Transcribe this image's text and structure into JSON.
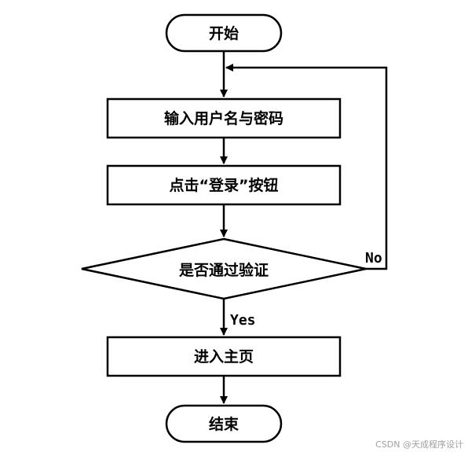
{
  "flowchart": {
    "start": "开始",
    "input_credentials": "输入用户名与密码",
    "click_login": "点击“登录”按钮",
    "verify_question": "是否通过验证",
    "enter_home": "进入主页",
    "end": "结束",
    "yes_label": "Yes",
    "no_label": "No"
  },
  "watermark": "CSDN @天成程序设计"
}
